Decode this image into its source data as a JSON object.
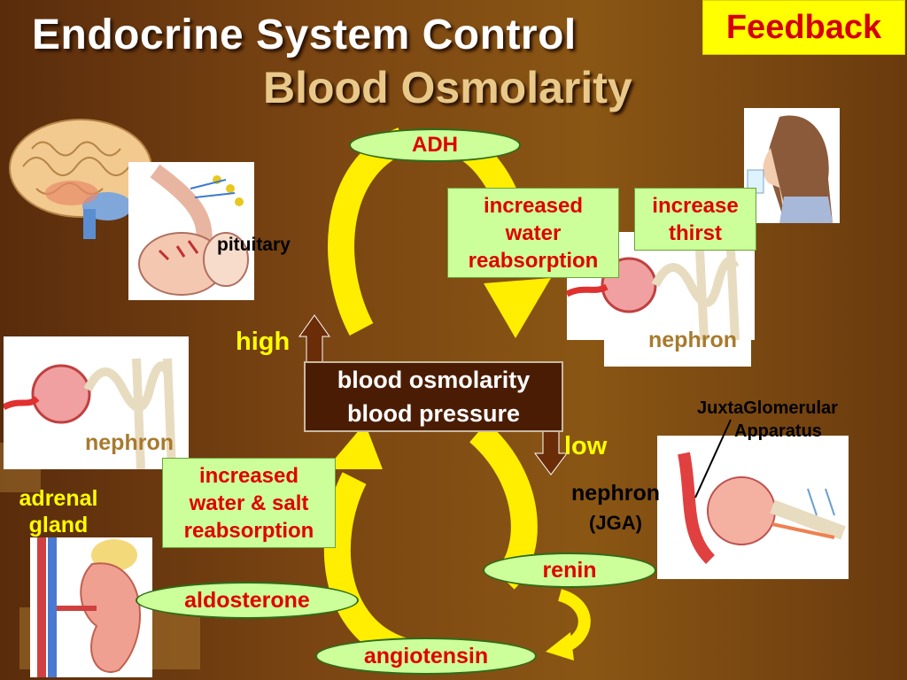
{
  "slide": {
    "title": "Endocrine System Control",
    "subtitle": "Blood Osmolarity",
    "feedback_button": "Feedback"
  },
  "hormones": {
    "adh": "ADH",
    "renin": "renin",
    "aldosterone": "aldosterone",
    "angiotensin": "angiotensin"
  },
  "effects": {
    "water_reabsorption": [
      "increased",
      "water",
      "reabsorption"
    ],
    "thirst": [
      "increase",
      "thirst"
    ],
    "water_salt_reabsorption": [
      "increased",
      "water & salt",
      "reabsorption"
    ]
  },
  "center": {
    "line1": "blood osmolarity",
    "line2": "blood pressure"
  },
  "indicators": {
    "high": "high",
    "low": "low"
  },
  "labels": {
    "pituitary": "pituitary",
    "nephron_right": "nephron",
    "nephron_left": "nephron",
    "adrenal_line1": "adrenal",
    "adrenal_line2": "gland",
    "nephron_jga": "nephron",
    "jga": "(JGA)",
    "jga_title_line1": "JuxtaGlomerular",
    "jga_title_line2": "Apparatus"
  },
  "colors": {
    "background": "#7a4512",
    "cycle_arrow": "#ffee00",
    "hormone_fill": "#ccff99",
    "hormone_text": "#e00000",
    "center_box": "#4a1c04",
    "feedback_bg": "#ffff00",
    "subtitle": "#e9c98a"
  }
}
